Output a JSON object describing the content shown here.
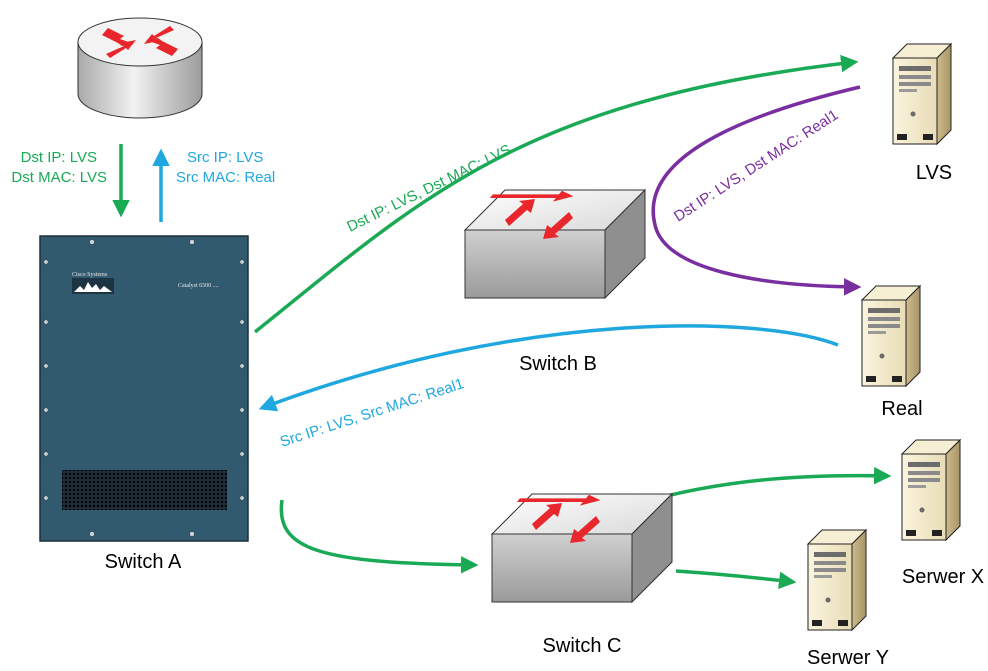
{
  "colors": {
    "green": "#1aaa55",
    "blue": "#1fa8e0",
    "purple": "#7a2fa0",
    "red": "#e8262b",
    "chassis": "#325a6e"
  },
  "nodes": {
    "router": {
      "icon": "router-icon"
    },
    "switch_a": {
      "label": "Switch A",
      "model": "Catalyst 6500 ....",
      "vendor": "Cisco Systems",
      "icon": "switch-chassis-icon"
    },
    "switch_b": {
      "label": "Switch B",
      "icon": "switch-icon"
    },
    "switch_c": {
      "label": "Switch C",
      "icon": "switch-icon"
    },
    "lvs": {
      "label": "LVS",
      "icon": "server-icon"
    },
    "real": {
      "label": "Real",
      "icon": "server-icon"
    },
    "serwer_x": {
      "label": "Serwer X",
      "icon": "server-icon"
    },
    "serwer_y": {
      "label": "Serwer Y",
      "icon": "server-icon"
    }
  },
  "flows": {
    "router_down": {
      "line1": "Dst IP: LVS",
      "line2": "Dst MAC: LVS"
    },
    "router_up": {
      "line1": "Src IP: LVS",
      "line2": "Src MAC: Real"
    },
    "a_to_lvs": {
      "label": "Dst IP: LVS, Dst MAC: LVS"
    },
    "lvs_to_real": {
      "label": "Dst IP: LVS, Dst MAC: Real1"
    },
    "real_to_a": {
      "label": "Src IP: LVS, Src MAC: Real1"
    }
  }
}
